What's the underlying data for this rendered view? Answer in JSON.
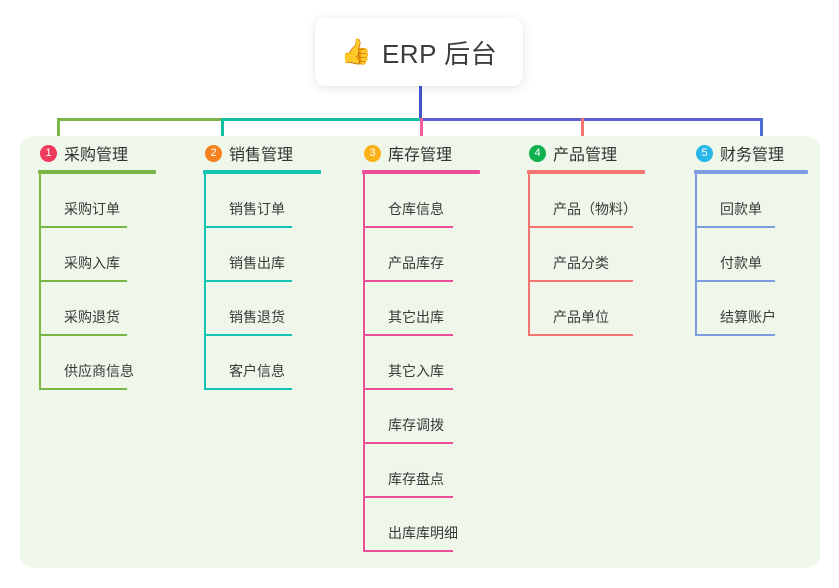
{
  "root": {
    "icon": "thumbs-up-icon",
    "emoji": "👍",
    "title": "ERP 后台"
  },
  "panel": {
    "background_color": "#eef7e9"
  },
  "connectors": {
    "trunk_color": "#4056c8",
    "bus_left_color": "#7ab648",
    "bus_mid_color": "#12c0a0",
    "bus_right_color": "#5b5fd0",
    "drops": [
      {
        "color": "#7ab648"
      },
      {
        "color": "#12c0a0"
      },
      {
        "color": "#ef5f9e"
      },
      {
        "color": "#f4756f"
      },
      {
        "color": "#4a6fd4"
      }
    ]
  },
  "columns": [
    {
      "number": "1",
      "title": "采购管理",
      "badge_color": "#ef3b5b",
      "line_color": "#7ab648",
      "rule_width": 118,
      "item_rule_width": 88,
      "items": [
        {
          "label": "采购订单"
        },
        {
          "label": "采购入库"
        },
        {
          "label": "采购退货"
        },
        {
          "label": "供应商信息"
        }
      ]
    },
    {
      "number": "2",
      "title": "销售管理",
      "badge_color": "#f5821f",
      "line_color": "#14c3b2",
      "rule_width": 118,
      "item_rule_width": 88,
      "items": [
        {
          "label": "销售订单"
        },
        {
          "label": "销售出库"
        },
        {
          "label": "销售退货"
        },
        {
          "label": "客户信息"
        }
      ]
    },
    {
      "number": "3",
      "title": "库存管理",
      "badge_color": "#fbb018",
      "line_color": "#ec4d97",
      "rule_width": 118,
      "item_rule_width": 90,
      "items": [
        {
          "label": "仓库信息"
        },
        {
          "label": "产品库存"
        },
        {
          "label": "其它出库"
        },
        {
          "label": "其它入库"
        },
        {
          "label": "库存调拨"
        },
        {
          "label": "库存盘点"
        },
        {
          "label": "出库库明细"
        }
      ]
    },
    {
      "number": "4",
      "title": "产品管理",
      "badge_color": "#0fb04e",
      "line_color": "#f4756f",
      "rule_width": 118,
      "item_rule_width": 105,
      "items": [
        {
          "label": "产品（物料）"
        },
        {
          "label": "产品分类"
        },
        {
          "label": "产品单位"
        }
      ]
    },
    {
      "number": "5",
      "title": "财务管理",
      "badge_color": "#29b6e8",
      "line_color": "#7f9bdf",
      "rule_width": 114,
      "item_rule_width": 80,
      "items": [
        {
          "label": "回款单"
        },
        {
          "label": "付款单"
        },
        {
          "label": "结算账户"
        }
      ]
    }
  ]
}
